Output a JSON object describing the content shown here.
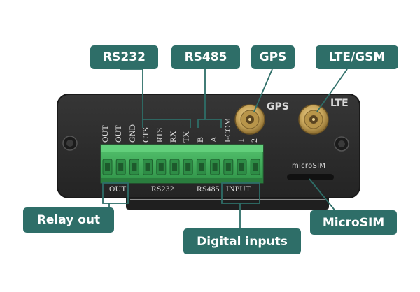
{
  "callouts": {
    "rs232": "RS232",
    "rs485": "RS485",
    "gps": "GPS",
    "lte_gsm": "LTE/GSM",
    "relay_out": "Relay out",
    "digital_inputs": "Digital inputs",
    "microsim": "MicroSIM"
  },
  "panel_print": {
    "gps_antenna": "GPS",
    "lte_antenna": "LTE",
    "microsim_slot": "microSIM",
    "out_group": "OUT",
    "rs232_group": "RS232",
    "rs485_group": "RS485",
    "input_group": "INPUT"
  },
  "terminal_pins": [
    "OUT",
    "OUT",
    "GND",
    "CTS",
    "RTS",
    "RX",
    "TX",
    "B",
    "A",
    "I-COM",
    "1",
    "2"
  ],
  "colors": {
    "callout_bg": "#2e6e68",
    "leader_line": "#2e6e68",
    "panel": "#2b2b2b",
    "terminal_green": "#3fae5c",
    "antenna_gold": "#c9a75c"
  },
  "icons": {
    "screws": "screw-icon",
    "antenna_connectors": "sma-connector-icon"
  }
}
